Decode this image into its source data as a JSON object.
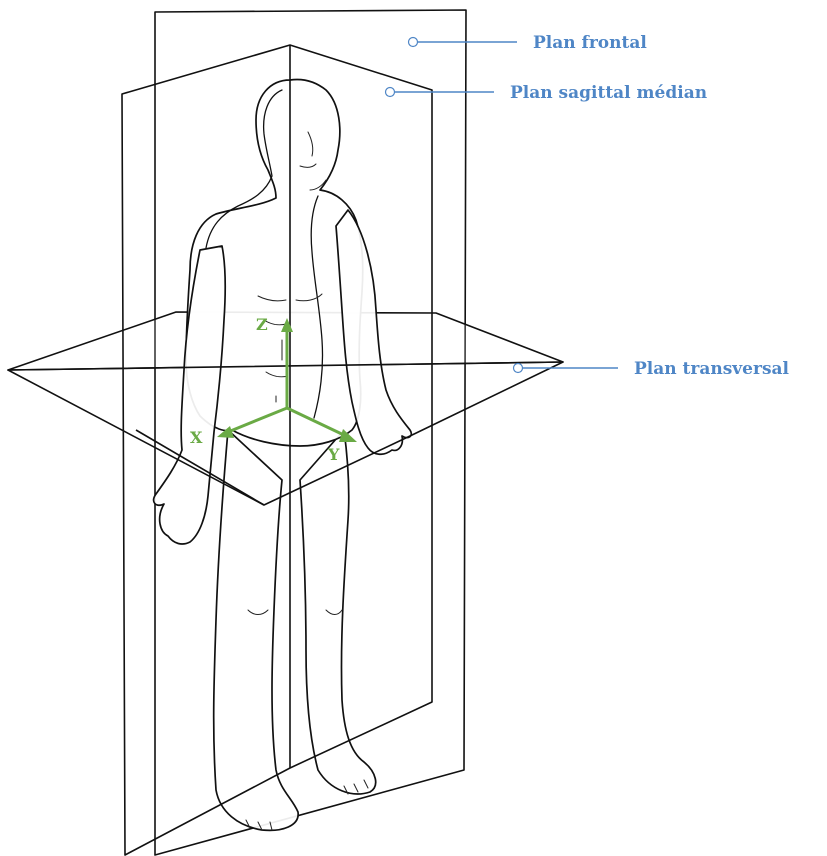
{
  "labels": {
    "frontal": "Plan frontal",
    "sagittal": "Plan sagittal médian",
    "transversal": "Plan transversal"
  },
  "axes": {
    "x": "X",
    "y": "Y",
    "z": "Z"
  },
  "colors": {
    "label": "#4f86c6",
    "axis": "#6aaa45",
    "line": "#111111"
  }
}
